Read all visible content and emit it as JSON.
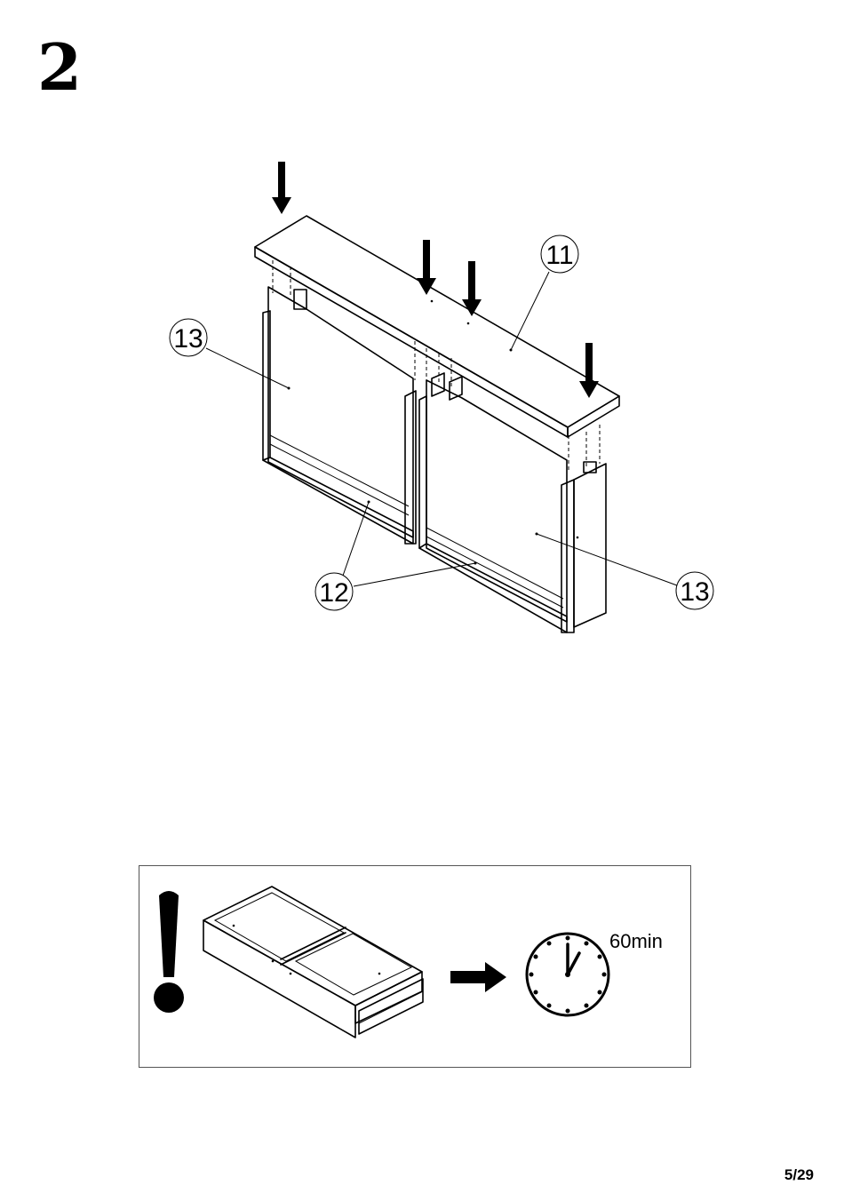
{
  "step": {
    "number": "2"
  },
  "callouts": {
    "part_11": "11",
    "part_12": "12",
    "part_13_left": "13",
    "part_13_right": "13"
  },
  "notice": {
    "duration": "60min"
  },
  "footer": {
    "page": "5/29"
  }
}
